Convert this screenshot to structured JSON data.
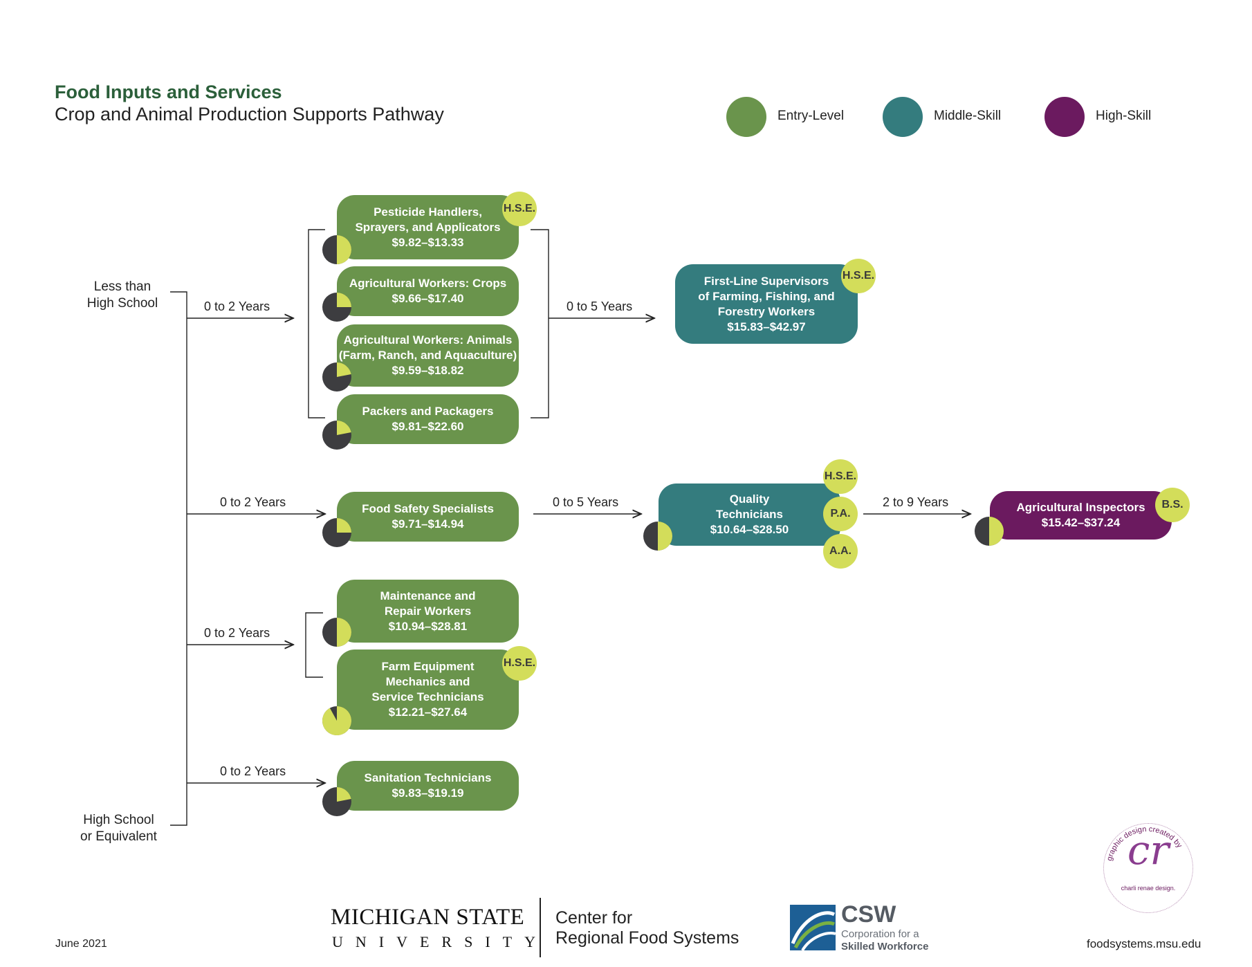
{
  "header": {
    "title": "Food Inputs and Services",
    "subtitle": "Crop and Animal Production Supports Pathway"
  },
  "legend": [
    {
      "label": "Entry-Level",
      "color": "#6a944c"
    },
    {
      "label": "Middle-Skill",
      "color": "#347c7e"
    },
    {
      "label": "High-Skill",
      "color": "#6b1a5f"
    }
  ],
  "education": {
    "low": [
      "Less than",
      "High School"
    ],
    "high": [
      "High School",
      "or Equivalent"
    ]
  },
  "years": {
    "g1": "0 to 2 Years",
    "g1_next": "0 to 5 Years",
    "g2": "0 to 2 Years",
    "g2_next": "0 to 5 Years",
    "g2_next2": "2 to 9 Years",
    "g3": "0 to 2 Years",
    "g4": "0 to 2 Years"
  },
  "occupations": {
    "pesticide": {
      "lines": [
        "Pesticide Handlers,",
        "Sprayers, and Applicators"
      ],
      "wage": "$9.82–$13.33",
      "badge": "H.S.E.",
      "level": "entry",
      "pie_fraction": 0.5
    },
    "crops": {
      "lines": [
        "Agricultural Workers: Crops"
      ],
      "wage": "$9.66–$17.40",
      "level": "entry",
      "pie_fraction": 0.25
    },
    "animals": {
      "lines": [
        "Agricultural Workers: Animals",
        "(Farm, Ranch, and Aquaculture)"
      ],
      "wage": "$9.59–$18.82",
      "level": "entry",
      "pie_fraction": 0.22
    },
    "packers": {
      "lines": [
        "Packers and Packagers"
      ],
      "wage": "$9.81–$22.60",
      "level": "entry",
      "pie_fraction": 0.22
    },
    "supervisors": {
      "lines": [
        "First-Line Supervisors",
        "of Farming, Fishing, and",
        "Forestry Workers"
      ],
      "wage": "$15.83–$42.97",
      "badge": "H.S.E.",
      "level": "middle"
    },
    "food_safety": {
      "lines": [
        "Food Safety Specialists"
      ],
      "wage": "$9.71–$14.94",
      "level": "entry",
      "pie_fraction": 0.25
    },
    "quality": {
      "lines": [
        "Quality",
        "Technicians"
      ],
      "wage": "$10.64–$28.50",
      "badges": [
        "H.S.E.",
        "P.A.",
        "A.A."
      ],
      "level": "middle",
      "pie_fraction": 0.5
    },
    "inspectors": {
      "lines": [
        "Agricultural Inspectors"
      ],
      "wage": "$15.42–$37.24",
      "badge": "B.S.",
      "level": "high",
      "pie_fraction": 0.5
    },
    "maintenance": {
      "lines": [
        "Maintenance and",
        "Repair Workers"
      ],
      "wage": "$10.94–$28.81",
      "level": "entry",
      "pie_fraction": 0.5
    },
    "farm_equipment": {
      "lines": [
        "Farm Equipment",
        "Mechanics and",
        "Service Technicians"
      ],
      "wage": "$12.21–$27.64",
      "badge": "H.S.E.",
      "level": "entry",
      "pie_fraction": 0.92
    },
    "sanitation": {
      "lines": [
        "Sanitation Technicians"
      ],
      "wage": "$9.83–$19.19",
      "level": "entry",
      "pie_fraction": 0.22
    }
  },
  "footer": {
    "date": "June 2021",
    "msu_line1": "MICHIGAN STATE",
    "msu_line2": "UNIVERSITY",
    "center_line1": "Center for",
    "center_line2": "Regional Food Systems",
    "csw_name": "CSW",
    "csw_line1": "Corporation for a",
    "csw_line2": "Skilled Workforce",
    "url": "foodsystems.msu.edu",
    "designer_arc": "graphic design created by",
    "designer_mark": "cr",
    "designer_name": "charli renae design."
  }
}
